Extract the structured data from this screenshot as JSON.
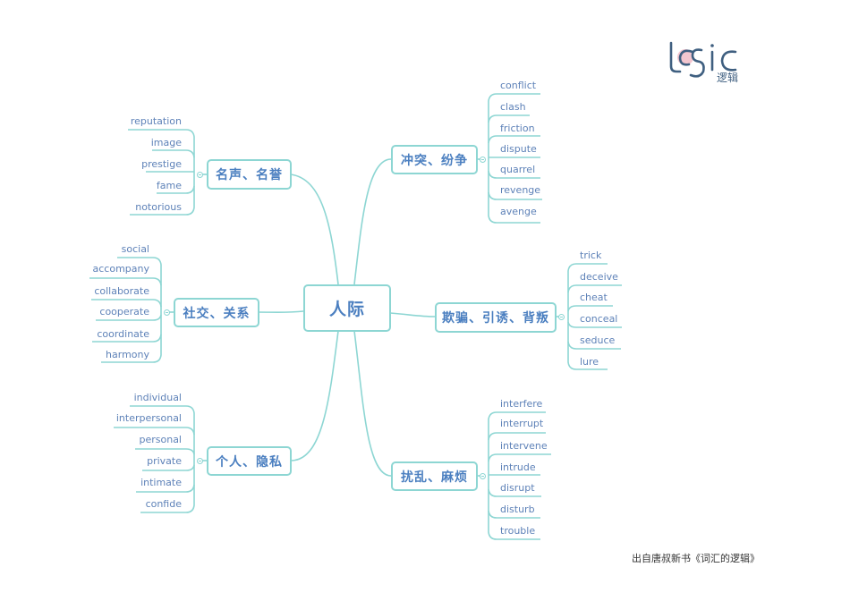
{
  "logo": {
    "text": "logic",
    "subtitle": "逻辑",
    "colors": {
      "stroke": "#3f5f80",
      "accent": "#f3c6cf"
    }
  },
  "center": {
    "label": "人际"
  },
  "branches": [
    {
      "label": "名声、名誉",
      "side": "left",
      "leaves": [
        "reputation",
        "image",
        "prestige",
        "fame",
        "notorious"
      ]
    },
    {
      "label": "社交、关系",
      "side": "left",
      "leaves": [
        "social",
        "accompany",
        "collaborate",
        "cooperate",
        "coordinate",
        "harmony"
      ]
    },
    {
      "label": "个人、隐私",
      "side": "left",
      "leaves": [
        "individual",
        "interpersonal",
        "personal",
        "private",
        "intimate",
        "confide"
      ]
    },
    {
      "label": "冲突、纷争",
      "side": "right",
      "leaves": [
        "conflict",
        "clash",
        "friction",
        "dispute",
        "quarrel",
        "revenge",
        "avenge"
      ]
    },
    {
      "label": "欺骗、引诱、背叛",
      "side": "right",
      "leaves": [
        "trick",
        "deceive",
        "cheat",
        "conceal",
        "seduce",
        "lure"
      ]
    },
    {
      "label": "扰乱、麻烦",
      "side": "right",
      "leaves": [
        "interfere",
        "interrupt",
        "intervene",
        "intrude",
        "disrupt",
        "disturb",
        "trouble"
      ]
    }
  ],
  "footer": {
    "text": "出自唐叔新书《词汇的逻辑》"
  },
  "colors": {
    "line": "#8dd6d3",
    "node_text": "#4b7fc0",
    "leaf_text": "#5e82b8"
  }
}
